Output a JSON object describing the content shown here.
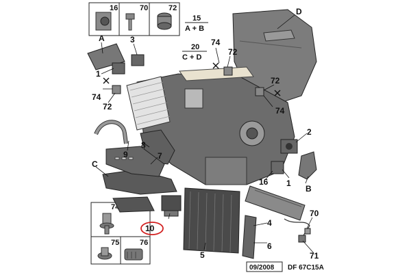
{
  "diagram": {
    "inset_top": [
      "16",
      "70",
      "72"
    ],
    "inset_bottom": [
      "74",
      "75",
      "76"
    ],
    "group_labels": [
      {
        "num": "15",
        "sub": "A + B"
      },
      {
        "num": "20",
        "sub": "C + D"
      }
    ],
    "callouts": {
      "D": "D",
      "A": "A",
      "B": "B",
      "C": "C",
      "p1": "1",
      "p2": "2",
      "p3": "3",
      "p4": "4",
      "p5": "5",
      "p6": "6",
      "p7": "7",
      "p8": "8",
      "p9": "9",
      "p10": "10",
      "p16": "16",
      "p70": "70",
      "p71": "71",
      "p72a": "72",
      "p72b": "72",
      "p72c": "72",
      "p74a": "74",
      "p74b": "74",
      "p74c": "74"
    },
    "date_code": "09/2008",
    "ref_code": "DF 67C15A"
  }
}
